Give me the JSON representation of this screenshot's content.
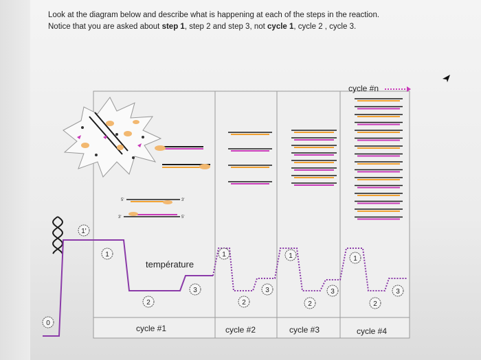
{
  "prompt": {
    "line1": "Look at the diagram below and describe what is happening at each of the steps in the reaction.",
    "line2_a": "Notice that you are asked about ",
    "line2_b": "step 1",
    "line2_c": ", step 2 and step 3, not ",
    "line2_d": "cycle 1",
    "line2_e": ", cycle 2 , cycle 3."
  },
  "diagram": {
    "cycle_n_label": "cycle #n",
    "temperature_label": "température",
    "cycles": [
      "cycle #1",
      "cycle #2",
      "cycle #3",
      "cycle #4"
    ],
    "step_markers": [
      "1",
      "2",
      "3"
    ],
    "initial_markers": [
      "1'",
      "0"
    ],
    "strand_ends": [
      "5'",
      "3'"
    ],
    "colors": {
      "strand_pink": "#c83ab8",
      "strand_orange": "#f0a030",
      "temp_line": "#8a3aa8",
      "dna_black": "#1a1a1a"
    }
  }
}
